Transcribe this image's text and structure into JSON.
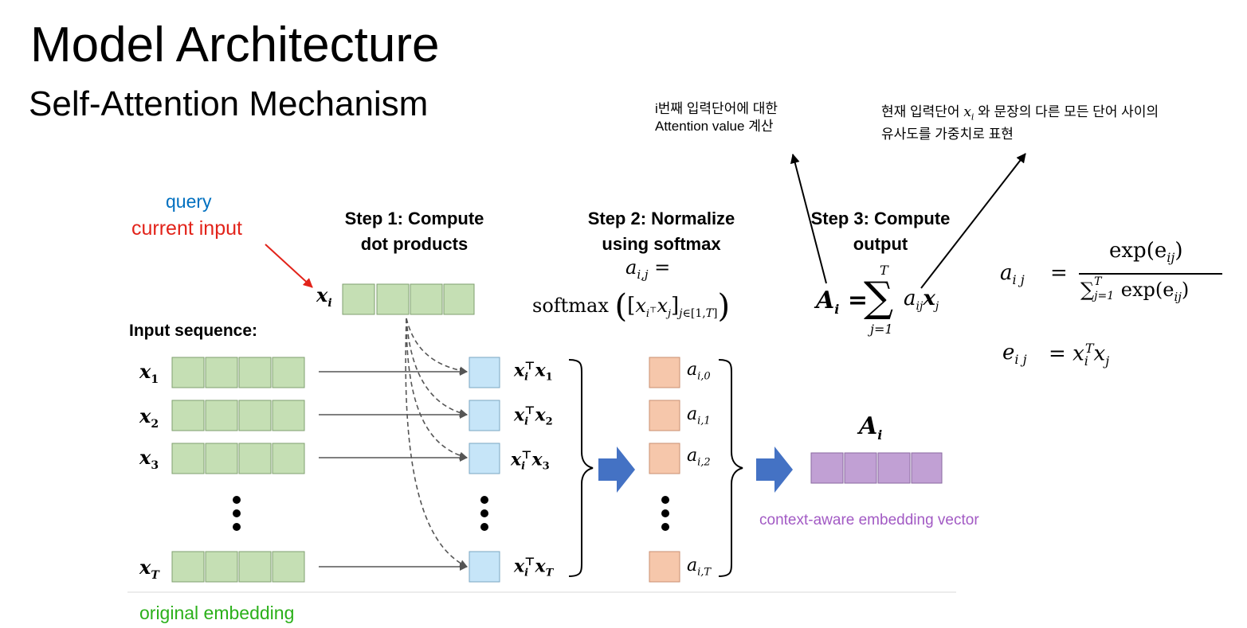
{
  "header": {
    "title": "Model Architecture",
    "subtitle": "Self-Attention Mechanism"
  },
  "annotations": {
    "attention_value_line1": "i번째 입력단어에 대한",
    "attention_value_line2": "Attention value 계산",
    "similarity_line1_a": "현재 입력단어",
    "similarity_xi": "x",
    "similarity_xi_sub": "i",
    "similarity_line1_b": "와 문장의 다른 모든 단어 사이의",
    "similarity_line2": "유사도를 가중치로 표현"
  },
  "labels": {
    "query": "query",
    "current_input": "current input",
    "input_sequence": "Input sequence:",
    "original_embedding": "original embedding",
    "context_aware": "context-aware embedding vector"
  },
  "steps": {
    "step1_line1": "Step 1: Compute",
    "step1_line2": "dot products",
    "step2_line1": "Step 2: Normalize",
    "step2_line2": "using softmax",
    "step3_line1": "Step 3: Compute",
    "step3_line2": "output"
  },
  "formulas": {
    "softmax_lhs": "a",
    "softmax_lhs_sub": "i,j",
    "softmax_eq": "=",
    "softmax_fn": "softmax",
    "output_lhs": "A",
    "output_lhs_sub": "i",
    "output_eq": "=",
    "sum_top": "T",
    "sum_bottom": "j=1",
    "output_term": "a",
    "output_term_sub": "ij",
    "output_x": "x",
    "output_x_sub": "j",
    "aij_lhs": "a",
    "aij_lhs_sub": "i j",
    "aij_eq": "=",
    "aij_num": "exp(e",
    "aij_num_sub": "ij",
    "aij_den_sum": "∑",
    "aij_den_sup": "T",
    "aij_den_sub": "j=1",
    "aij_den_rest": "exp(e",
    "eij_lhs": "e",
    "eij_lhs_sub": "i j",
    "eij_eq": "=",
    "eij_x1": "x",
    "eij_x1_sub": "i",
    "eij_x1_sup": "T",
    "eij_x2": "x",
    "eij_x2_sub": "j"
  },
  "inputs": [
    {
      "name": "x",
      "sub": "1"
    },
    {
      "name": "x",
      "sub": "2"
    },
    {
      "name": "x",
      "sub": "3"
    },
    {
      "name": "x",
      "sub": "T"
    }
  ],
  "query_vector": {
    "name": "x",
    "sub": "i"
  },
  "dot_products": [
    {
      "sub": "1"
    },
    {
      "sub": "2"
    },
    {
      "sub": "3"
    },
    {
      "sub": "T"
    }
  ],
  "weights": [
    {
      "name": "a",
      "sub": "i,0"
    },
    {
      "name": "a",
      "sub": "i,1"
    },
    {
      "name": "a",
      "sub": "i,2"
    },
    {
      "name": "a",
      "sub": "i,T"
    }
  ],
  "output_vector": {
    "name": "A",
    "sub": "i"
  },
  "colors": {
    "green_cell": "#c5dfb4",
    "green_border": "#7f9f6f",
    "blue_cell": "#c6e5f8",
    "blue_border": "#7aa6c2",
    "orange_cell": "#f6c7ab",
    "orange_border": "#c98f72",
    "purple_cell": "#c1a0d4",
    "purple_border": "#8a6aa0",
    "arrow_blue": "#4472c4",
    "red": "#e2231a"
  }
}
